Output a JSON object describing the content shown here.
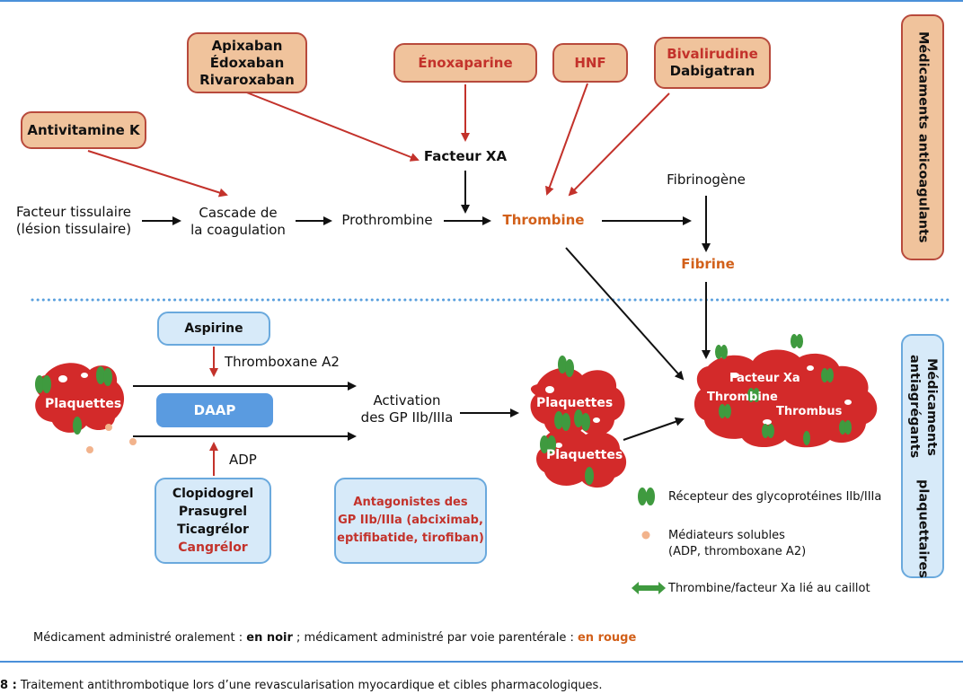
{
  "anticoagulant": {
    "side_label": "Médicaments anticoagulants",
    "drug_boxes": {
      "xa_inhibitors": [
        "Apixaban",
        "Édoxaban",
        "Rivaroxaban"
      ],
      "avk": "Antivitamine K",
      "enoxaparine": "Énoxaparine",
      "hnf": "HNF",
      "dti": [
        "Bivalirudine",
        "Dabigatran"
      ]
    },
    "nodes": {
      "facteur_xa": "Facteur XA",
      "facteur_tissulaire": [
        "Facteur tissulaire",
        "(lésion tissulaire)"
      ],
      "cascade": [
        "Cascade de",
        "la coagulation"
      ],
      "prothrombine": "Prothrombine",
      "thrombine": "Thrombine",
      "fibrinogene": "Fibrinogène",
      "fibrine": "Fibrine"
    }
  },
  "antiplatelet": {
    "side_label": [
      "Médicaments antiagrégants",
      "plaquettaires"
    ],
    "aspirine": "Aspirine",
    "thromboxane": "Thromboxane A2",
    "daap": "DAAP",
    "adp": "ADP",
    "p2y12_drugs": {
      "oral": [
        "Clopidogrel",
        "Prasugrel",
        "Ticagrélor"
      ],
      "iv": "Cangrélor"
    },
    "gp_antagonists": [
      "Antagonistes des",
      "GP IIb/IIIa (abciximab,",
      "eptifibatide, tirofiban)"
    ],
    "activation": [
      "Activation",
      "des GP IIb/IIIa"
    ],
    "plaquettes": "Plaquettes",
    "thrombus_labels": {
      "facteur_xa": "Facteur Xa",
      "thrombine": "Thrombine",
      "thrombus": "Thrombus"
    }
  },
  "legend": {
    "receptor": "Récepteur des glycoprotéines IIb/IIIa",
    "mediators": [
      "Médiateurs solubles",
      "(ADP, thromboxane A2)"
    ],
    "bound": "Thrombine/facteur Xa lié au caillot"
  },
  "footnote": {
    "prefix": "Médicament administré oralement : ",
    "oral": "en noir",
    "middle": " ; médicament administré par voie parentérale : ",
    "parenteral": "en rouge"
  },
  "caption": {
    "number": "8 :",
    "text": "Traitement antithrombotique lors d’une revascularisation myocardique et cibles pharmacologiques."
  },
  "colors": {
    "red_drug": "#c3322b",
    "orange_text": "#d2601a",
    "orange_box_fill": "#f0c39c",
    "orange_box_border": "#b84a3c",
    "blue_box_fill": "#d7eaf9",
    "blue_box_border": "#6aa9dd",
    "daap_fill": "#5a9be0",
    "platelet_red": "#d32a2a",
    "receptor_green": "#3f9a3f",
    "mediator_dot": "#f2b38c",
    "rule_blue": "#4a90d9"
  }
}
